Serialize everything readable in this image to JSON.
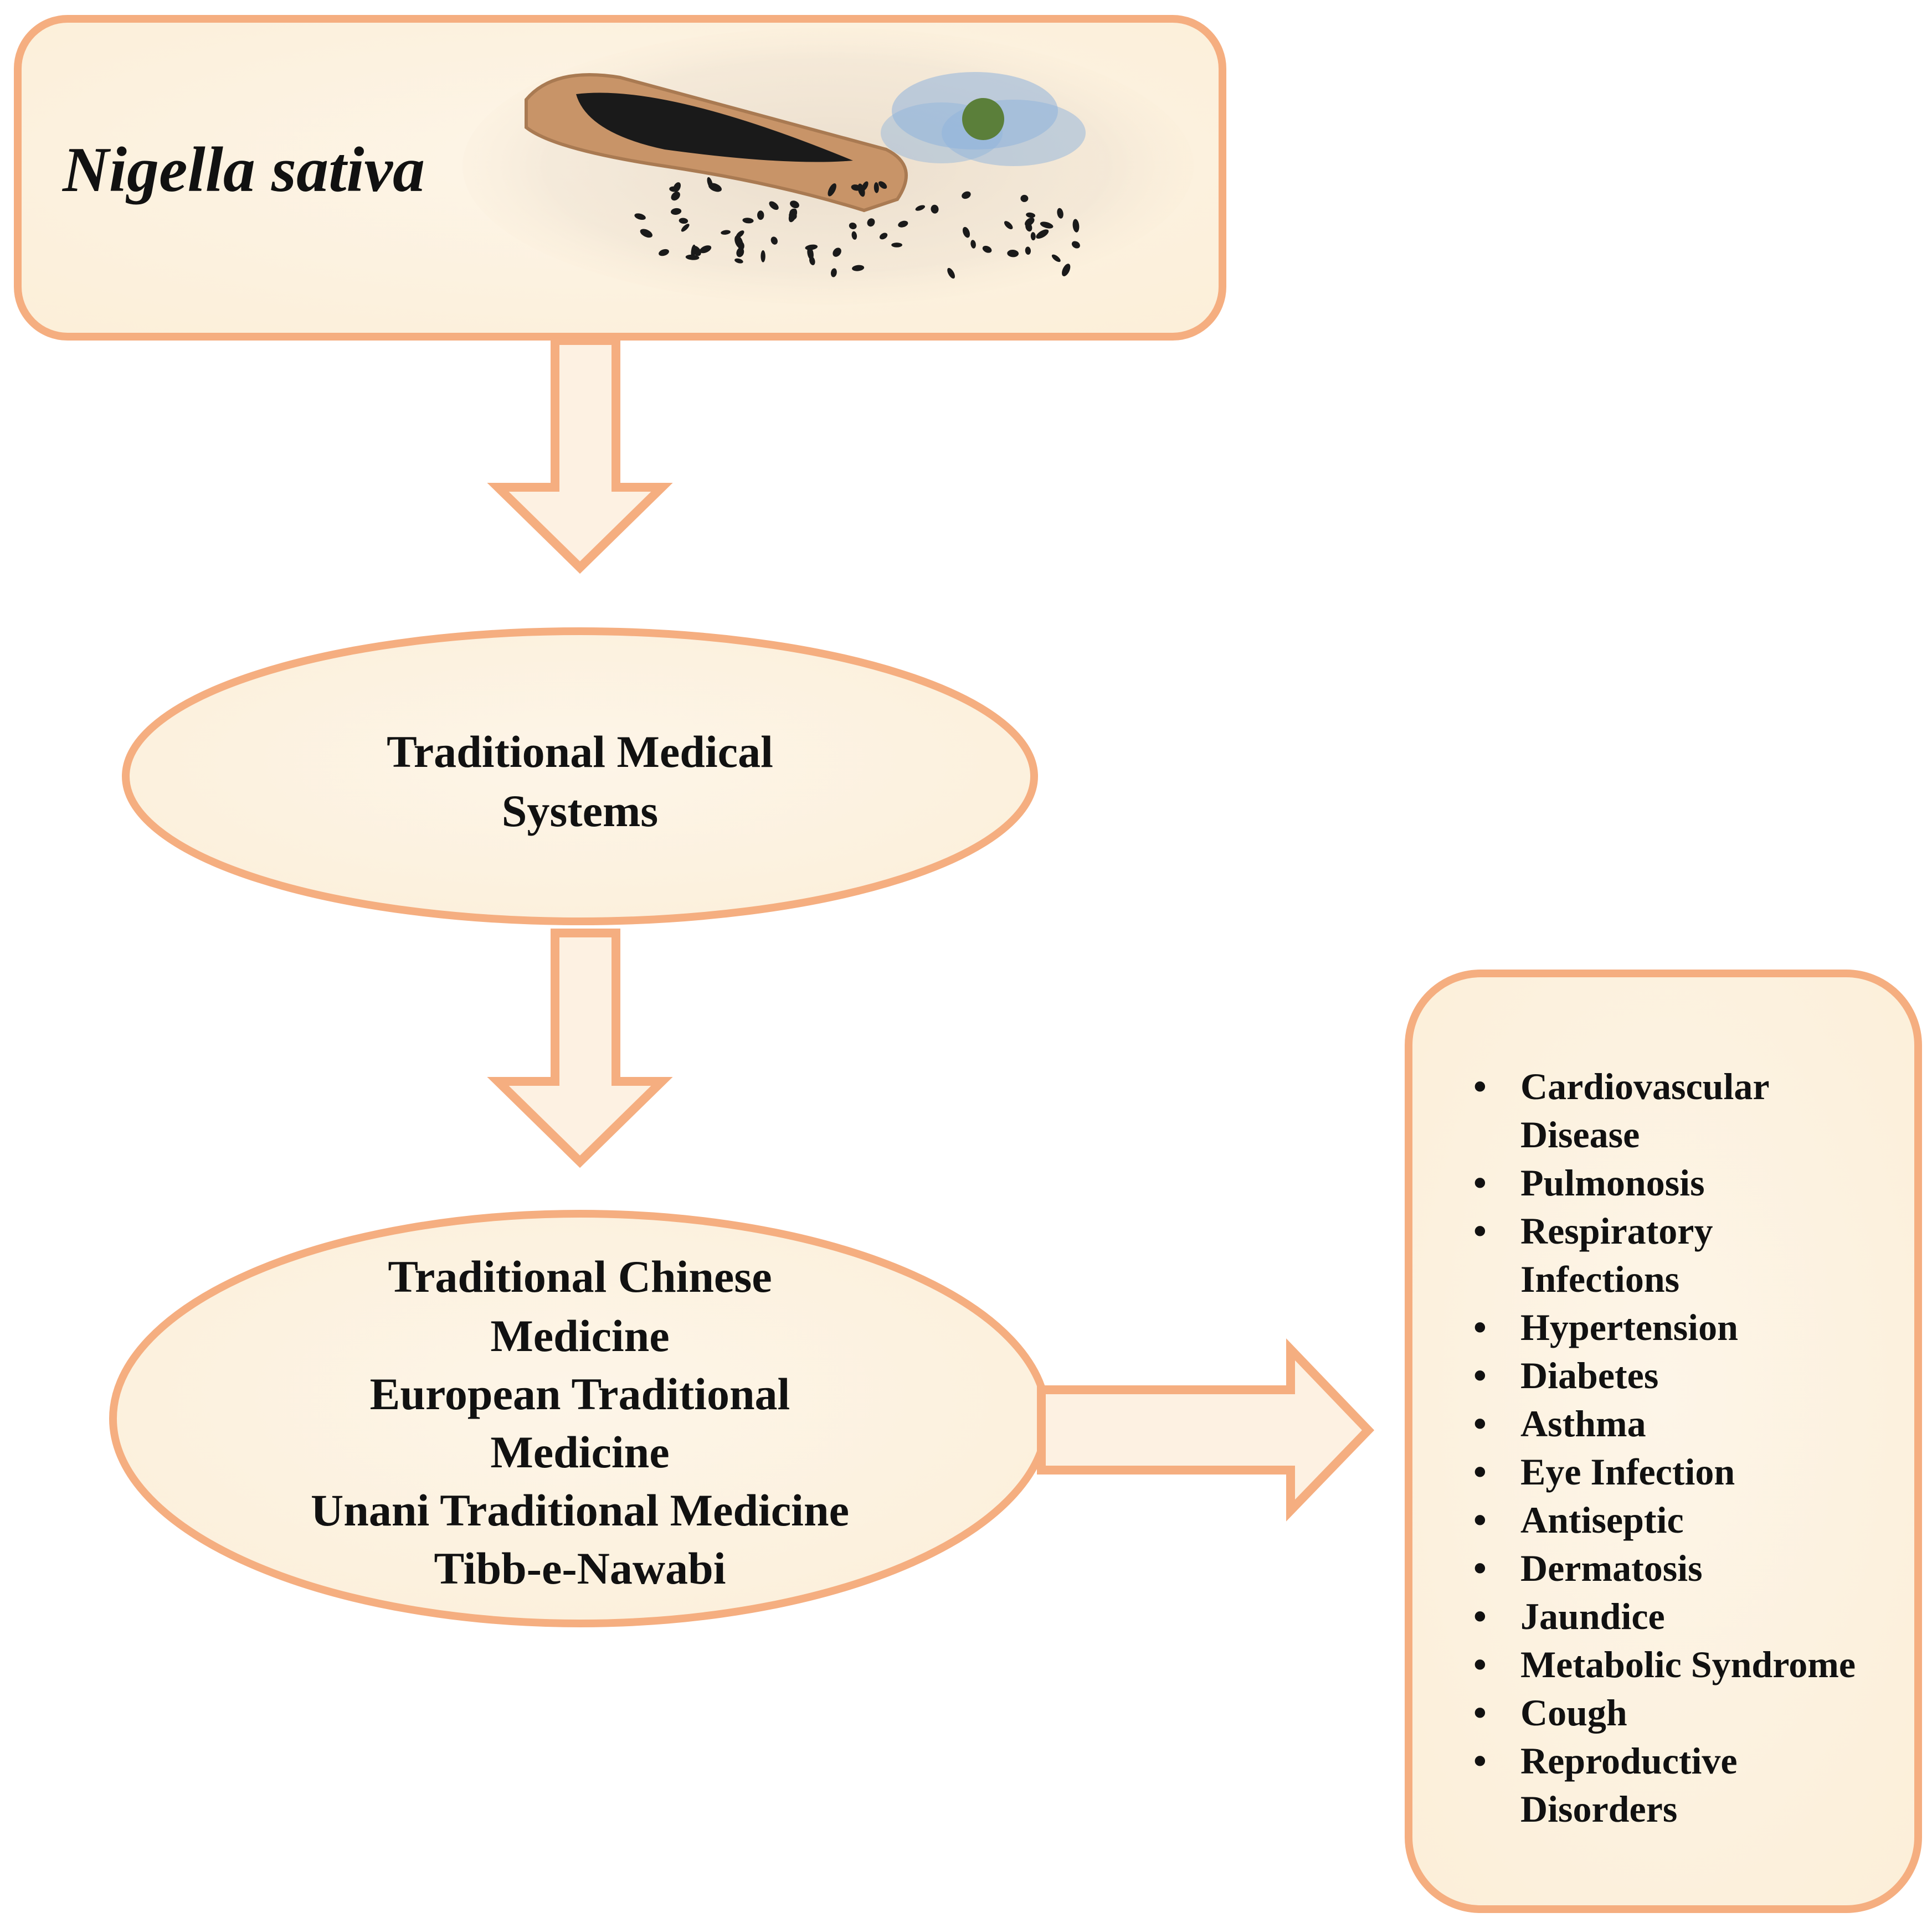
{
  "colors": {
    "border": "#f5ae80",
    "fill": "#fcefd9",
    "fill_light": "#fdf5e8",
    "arrow_fill": "#fdf1e2",
    "seed": "#1a1a1a",
    "scoop": "#c89468",
    "flower": "#8fb3dc"
  },
  "top_box": {
    "title": "Nigella sativa",
    "image_icon": "nigella-seeds-and-flower-image"
  },
  "ellipse_1": {
    "lines": [
      "Traditional Medical",
      "Systems"
    ]
  },
  "ellipse_2": {
    "lines": [
      "Traditional Chinese",
      "Medicine",
      "European Traditional",
      "Medicine",
      "Unani Traditional Medicine",
      "Tibb-e-Nawabi"
    ]
  },
  "uses_box": {
    "bullet": "•",
    "items": [
      [
        "Cardiovascular",
        "Disease"
      ],
      [
        "Pulmonosis"
      ],
      [
        "Respiratory",
        "Infections"
      ],
      [
        "Hypertension"
      ],
      [
        "Diabetes"
      ],
      [
        "Asthma"
      ],
      [
        "Eye Infection"
      ],
      [
        "Antiseptic"
      ],
      [
        "Dermatosis"
      ],
      [
        "Jaundice"
      ],
      [
        "Metabolic Syndrome"
      ],
      [
        "Cough"
      ],
      [
        "Reproductive",
        "Disorders"
      ]
    ]
  }
}
